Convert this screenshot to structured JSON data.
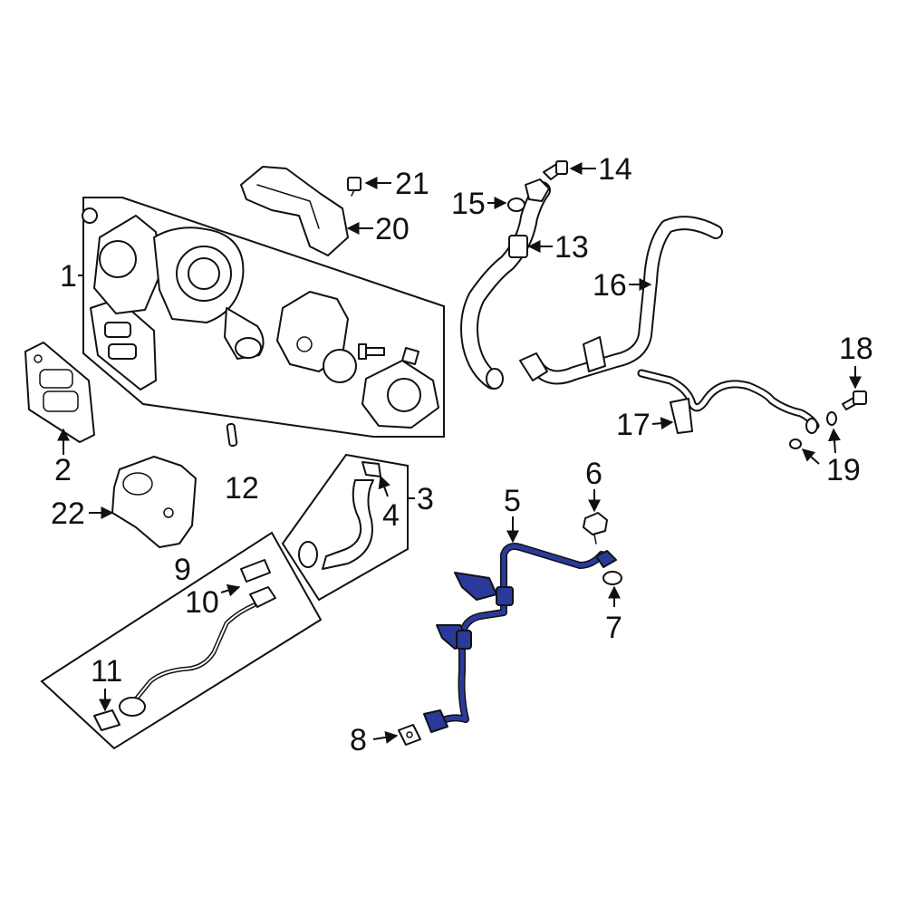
{
  "diagram": {
    "highlight_color": "#2a3a9a",
    "line_color": "#111111",
    "callouts": {
      "c1": "1",
      "c2": "2",
      "c3": "3",
      "c4": "4",
      "c5": "5",
      "c6": "6",
      "c7": "7",
      "c8": "8",
      "c9": "9",
      "c10": "10",
      "c11": "11",
      "c12": "12",
      "c13": "13",
      "c14": "14",
      "c15": "15",
      "c16": "16",
      "c17": "17",
      "c18": "18",
      "c19": "19",
      "c20": "20",
      "c21": "21",
      "c22": "22"
    }
  }
}
